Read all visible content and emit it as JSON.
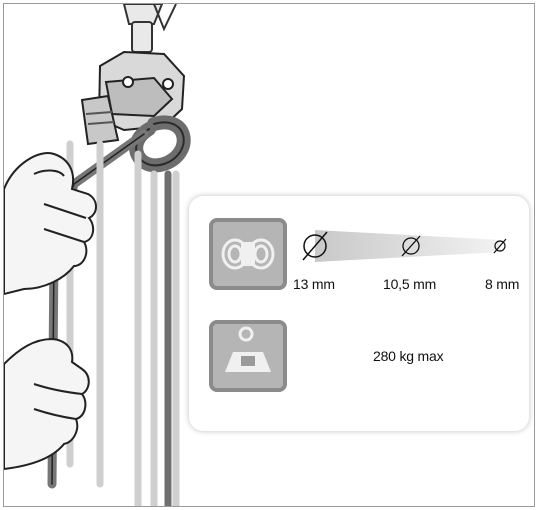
{
  "rope_diameters": {
    "max_label": "13 mm",
    "mid_label": "10,5 mm",
    "min_label": "8 mm"
  },
  "max_load": {
    "label": "280 kg max"
  },
  "icons": {
    "rope": "rope-coil-icon",
    "load": "load-weight-icon",
    "diameter": "diameter-symbol-icon"
  },
  "colors": {
    "tile_fill": "#b5b5b5",
    "tile_border": "#8b8b8b",
    "diameter_bar": "#cfcfcf"
  }
}
